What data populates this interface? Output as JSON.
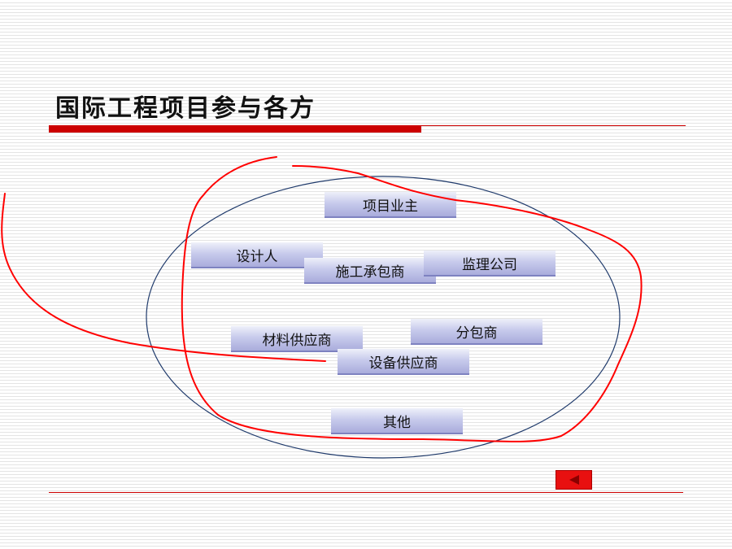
{
  "slide": {
    "title": "国际工程项目参与各方"
  },
  "participants": {
    "owner": "项目业主",
    "designer": "设计人",
    "contractor": "施工承包商",
    "supervisor": "监理公司",
    "material_supplier": "材料供应商",
    "subcontractor": "分包商",
    "equipment_supplier": "设备供应商",
    "others": "其他"
  },
  "nav": {
    "back_icon": "triangle-left-icon"
  },
  "colors": {
    "accent_red": "#cc0000",
    "ellipse_stroke": "#1f3a6b",
    "box_fill": "#c8cbec",
    "annotation_red": "#ff0000"
  }
}
